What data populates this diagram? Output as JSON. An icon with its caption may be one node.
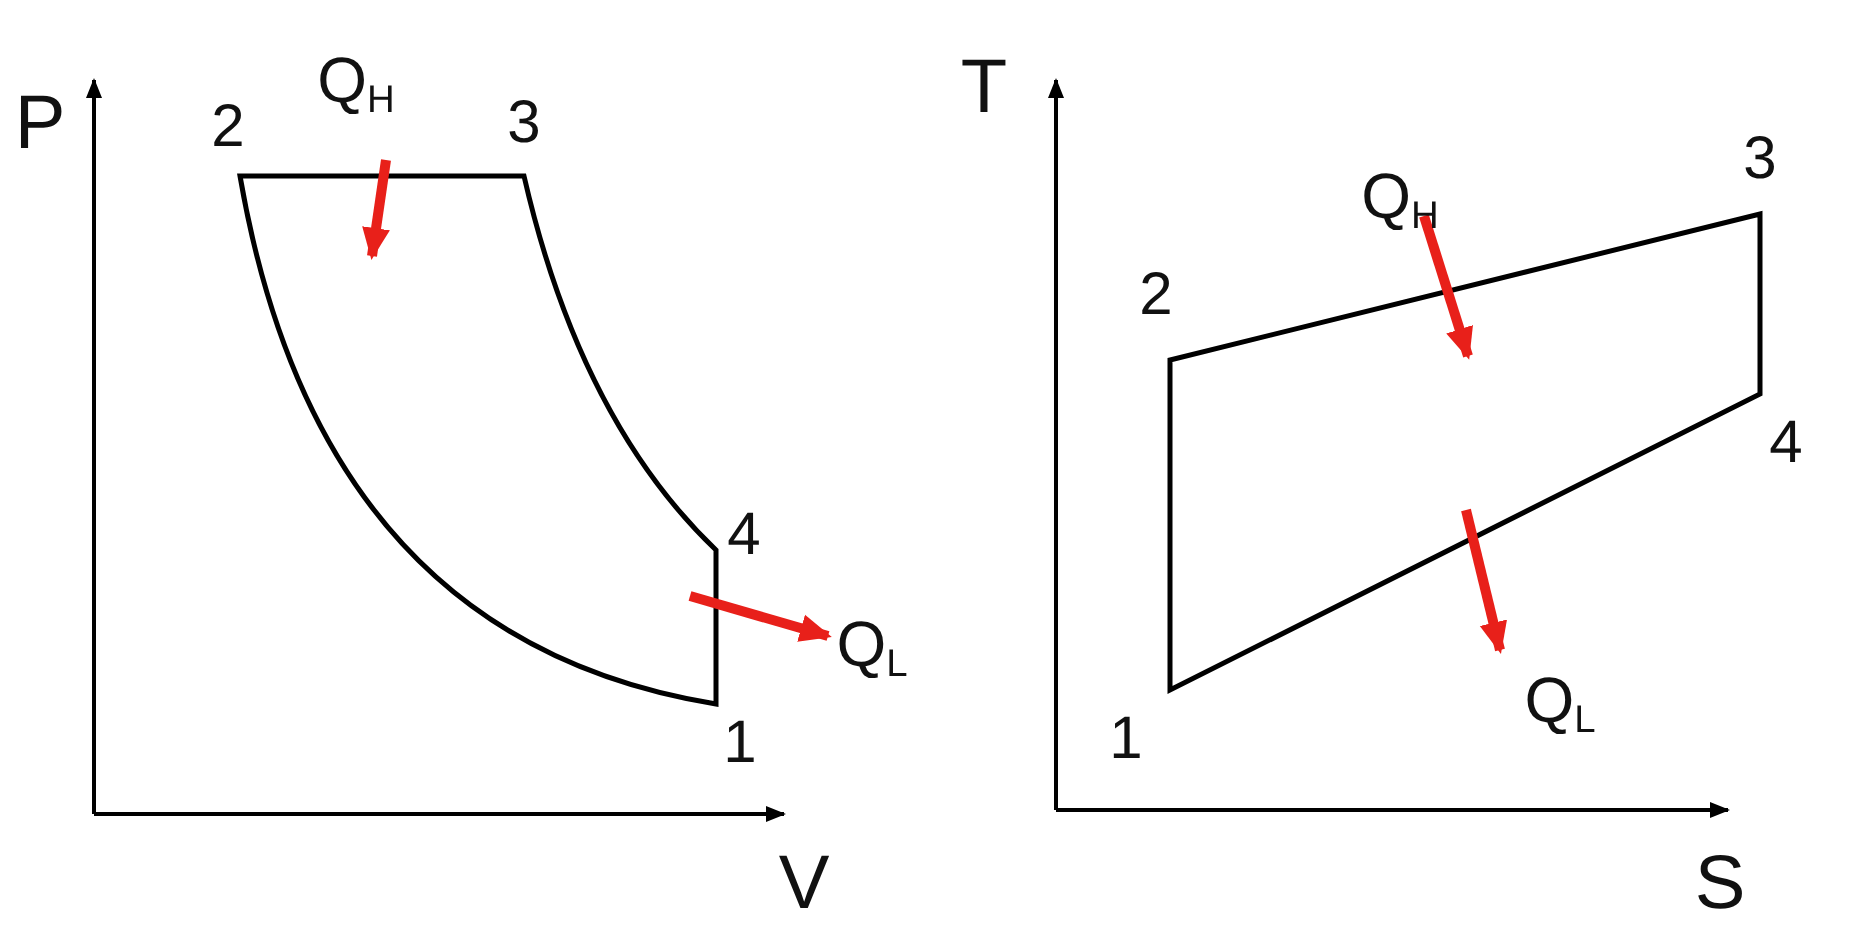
{
  "diagram": {
    "labels": [
      "P",
      "2",
      "Q$_{H}$",
      "3",
      "4",
      "Q$_{L}$",
      "1",
      "V",
      "T",
      "Q$_{H}$",
      "3",
      "2",
      "4",
      "1",
      "Q$_{L}$",
      "S"
    ]
  }
}
